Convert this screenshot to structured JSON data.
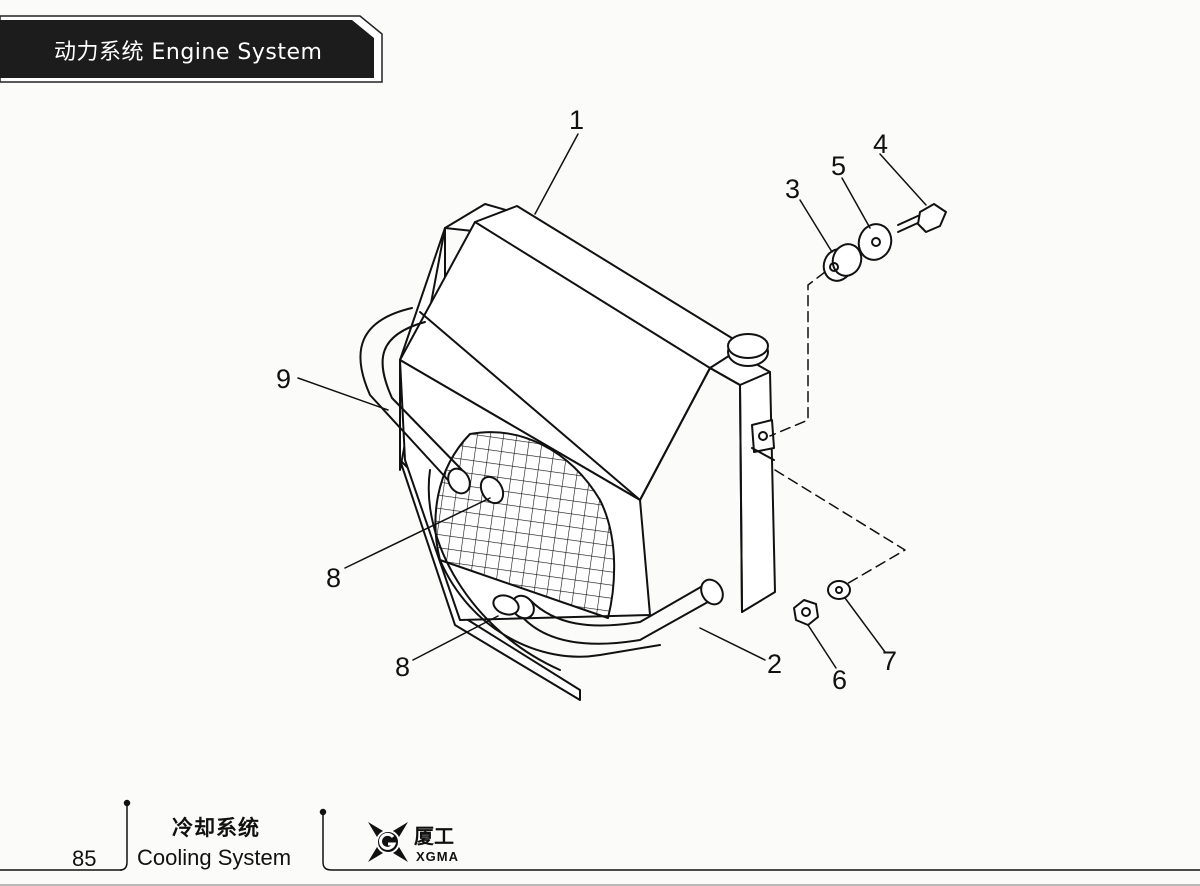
{
  "header": {
    "title": "动力系统  Engine System"
  },
  "callouts": [
    "1",
    "2",
    "3",
    "4",
    "5",
    "6",
    "7",
    "8",
    "8",
    "9"
  ],
  "footer": {
    "page_number": "85",
    "section_cn": "冷却系统",
    "section_en": "Cooling System",
    "logo_cn": "厦工",
    "logo_en": "XGMA"
  }
}
